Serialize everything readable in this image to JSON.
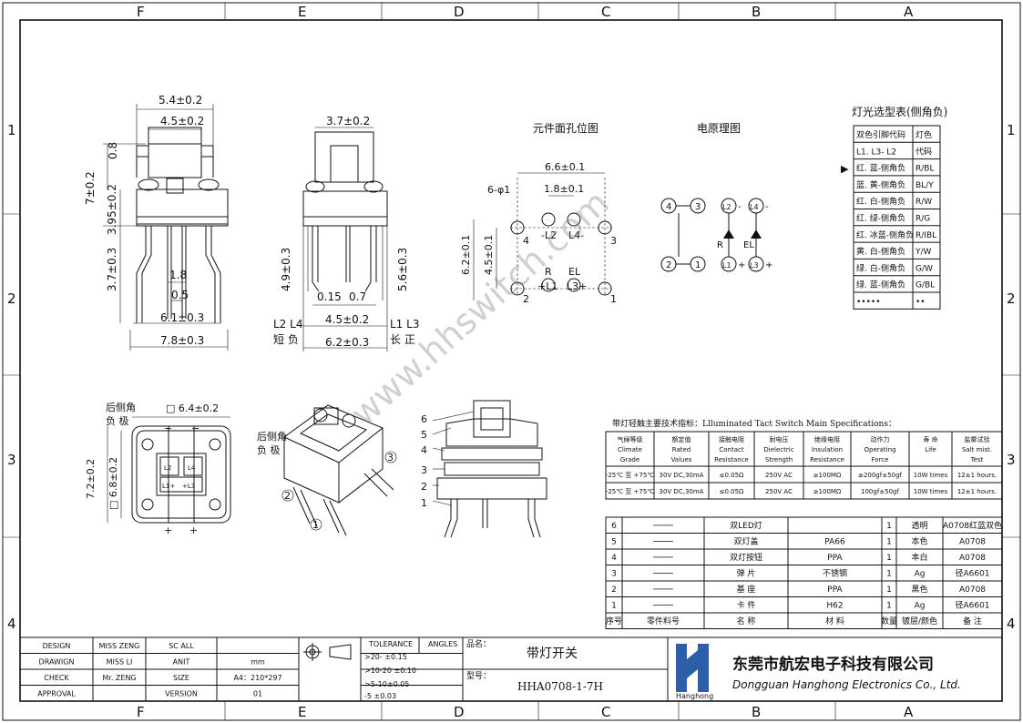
{
  "zones": {
    "cols": [
      "F",
      "E",
      "D",
      "C",
      "B",
      "A"
    ],
    "rows": [
      "1",
      "2",
      "3",
      "4"
    ]
  },
  "views": {
    "front": {
      "dims": [
        "5.4±0.2",
        "4.5±0.2",
        "0.8",
        "7±0.2",
        "3.95±0.2",
        "3.7±0.3",
        "1.8",
        "0.5",
        "6.1±0.3",
        "7.8±0.3"
      ]
    },
    "side": {
      "dims": [
        "3.7±0.2",
        "4.9±0.3",
        "5.6±0.3",
        "0.15",
        "0.7",
        "4.5±0.2",
        "6.2±0.3"
      ],
      "left_pins": "L2 L4",
      "left_note": "短 负",
      "right_pins": "L1 L3",
      "right_note": "长 正"
    },
    "pcb": {
      "title": "元件面孔位图",
      "dims": [
        "6.6±0.1",
        "1.8±0.1",
        "6-φ1",
        "6.2±0.1",
        "4.5±0.1"
      ],
      "labels": [
        "4",
        "-L2",
        "L4-",
        "3",
        "R",
        "EL",
        "2",
        "+L1",
        "L3+",
        "1"
      ]
    },
    "circuit": {
      "title": "电原理图",
      "nodes": [
        "4",
        "3",
        "L2",
        "L4",
        "2",
        "1",
        "L1",
        "L3"
      ],
      "signs": [
        "-",
        "-",
        "+",
        "+"
      ],
      "leds": [
        "R",
        "EL"
      ]
    },
    "top": {
      "dims": [
        "□ 6.4±0.2",
        "7.2±0.2",
        "□ 6.8±0.2"
      ],
      "note1": "后侧角",
      "note2": "负 极",
      "signs": [
        "−",
        "−",
        "+",
        "+"
      ],
      "inner": [
        "L2",
        "L4",
        "L1+",
        "+L3"
      ]
    },
    "iso": {
      "note1": "后侧角",
      "note2": "负 极",
      "nums": [
        "1",
        "2",
        "3"
      ]
    },
    "explode": {
      "nums": [
        "6",
        "5",
        "4",
        "3",
        "2",
        "1"
      ]
    }
  },
  "light_table": {
    "title": "灯光选型表(侧角负)",
    "header": [
      "双色引脚代码",
      "灯色"
    ],
    "subheader": [
      "L1. L3- L2",
      "代码"
    ],
    "rows": [
      [
        "红. 蓝-侧角负",
        "R/BL"
      ],
      [
        "蓝. 黄-侧角负",
        "BL/Y"
      ],
      [
        "红. 白-侧角负",
        "R/W"
      ],
      [
        "红. 绿-侧角负",
        "R/G"
      ],
      [
        "红. 冰蓝-侧角负",
        "R/IBL"
      ],
      [
        "黄. 白-侧角负",
        "Y/W"
      ],
      [
        "绿. 白-侧角负",
        "G/W"
      ],
      [
        "绿. 蓝-侧角负",
        "G/BL"
      ],
      [
        "•••••",
        "••"
      ]
    ],
    "marker": "▶"
  },
  "spec_table": {
    "title": "带灯轻触主要技术指标：Llluminated Tact Switch Main Specifications：",
    "headers": [
      [
        "气候等级",
        "Climate",
        "Grade"
      ],
      [
        "额定值",
        "Rated",
        "Values"
      ],
      [
        "接触电阻",
        "Contact",
        "Resistance"
      ],
      [
        "耐电压",
        "Dielectric",
        "Strength"
      ],
      [
        "绝缘电阻",
        "Insulation",
        "Resistance"
      ],
      [
        "动作力",
        "Operating",
        "Force"
      ],
      [
        "寿 命",
        "Life",
        ""
      ],
      [
        "盐雾试验",
        "Salt mist.",
        "Test"
      ]
    ],
    "rows": [
      [
        "-25℃ 至 +75℃",
        "30V DC,30mA",
        "≤0.05Ω",
        "250V AC",
        "≥100MΩ",
        "≥200gf±50gf",
        "10W times",
        "12±1 hours."
      ],
      [
        "-25℃ 至 +75℃",
        "30V DC,30mA",
        "≤0.05Ω",
        "250V AC",
        "≥100MΩ",
        "100gf±50gf",
        "10W times",
        "12±1 hours."
      ]
    ]
  },
  "bom": {
    "rows": [
      [
        "6",
        "────",
        "双LED灯",
        "",
        "1",
        "透明",
        "A0708红蓝双色"
      ],
      [
        "5",
        "────",
        "双灯盖",
        "PA66",
        "1",
        "本色",
        "A0708"
      ],
      [
        "4",
        "────",
        "双灯按钮",
        "PPA",
        "1",
        "本白",
        "A0708"
      ],
      [
        "3",
        "────",
        "弹 片",
        "不锈钢",
        "1",
        "Ag",
        "径A6601"
      ],
      [
        "2",
        "────",
        "基 座",
        "PPA",
        "1",
        "黑色",
        "A0708"
      ],
      [
        "1",
        "────",
        "卡 件",
        "H62",
        "1",
        "Ag",
        "径A6601"
      ]
    ],
    "header": [
      "序号",
      "零件料号",
      "名 称",
      "材 料",
      "数量",
      "镀层/颜色",
      "备 注"
    ]
  },
  "title_block": {
    "rows": [
      [
        "DESIGN",
        "MISS ZENG",
        "SC ALL",
        ""
      ],
      [
        "DRAWIGN",
        "MISS LI",
        "ANIT",
        "mm"
      ],
      [
        "CHECK",
        "Mr. ZENG",
        "SIZE",
        "A4：210*297"
      ],
      [
        "APPROVAL",
        "",
        "VERSION",
        "01"
      ]
    ],
    "tolerance_header": [
      "TOLERANCE",
      "ANGLES"
    ],
    "tolerances": [
      ">20- ±0.15",
      ">10-20 ±0.10",
      ">5-10±0.05",
      "-5 ±0.03"
    ],
    "name_label": "品名：",
    "name": "带灯开关",
    "model_label": "型号：",
    "model": "HHA0708-1-7H",
    "company_cn": "东莞市航宏电子科技有限公司",
    "company_en": "Dongguan Hanghong Electronics Co., Ltd.",
    "logo_text": "Hanghong",
    "brand_color": "#2b5fa8"
  },
  "watermark": "www.hhswitch.com"
}
